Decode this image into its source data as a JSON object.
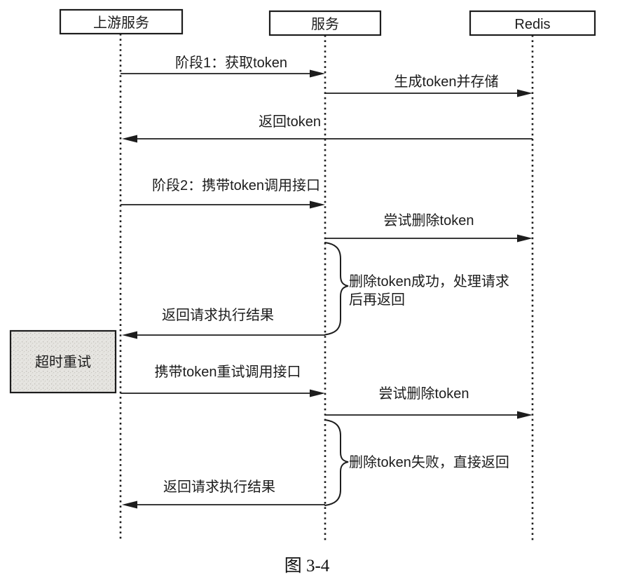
{
  "figure_type": "sequence-diagram",
  "actors": {
    "upstream": "上游服务",
    "service": "服务",
    "redis": "Redis"
  },
  "messages": {
    "phase1_get_token": "阶段1：获取token",
    "generate_store_token": "生成token并存储",
    "return_token": "返回token",
    "phase2_call_with_token": "阶段2：携带token调用接口",
    "try_delete_token_1": "尝试删除token",
    "return_result_1": "返回请求执行结果",
    "retry_call_with_token": "携带token重试调用接口",
    "try_delete_token_2": "尝试删除token",
    "return_result_2": "返回请求执行结果"
  },
  "annotations": {
    "delete_success_line1": "删除token成功，处理请求",
    "delete_success_line2": "后再返回",
    "delete_fail": "删除token失败，直接返回"
  },
  "note": {
    "timeout_retry": "超时重试"
  },
  "caption": "图 3-4",
  "colors": {
    "ink": "#1d1d1d",
    "note_fill": "#e6e5e1",
    "background": "#ffffff"
  }
}
